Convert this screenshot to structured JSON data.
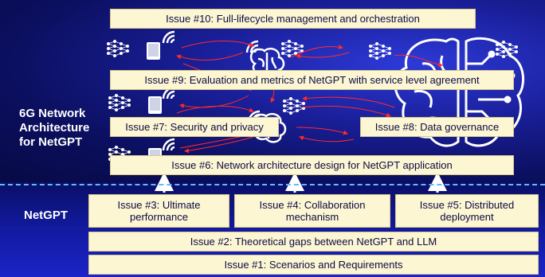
{
  "side_labels": {
    "top": "6G Network\nArchitecture\nfor NetGPT",
    "bottom": "NetGPT"
  },
  "issues": {
    "issue10": "Issue #10: Full-lifecycle management and orchestration",
    "issue9": "Issue #9: Evaluation and metrics of NetGPT with service level agreement",
    "issue7": "Issue #7: Security and privacy",
    "issue8": "Issue #8: Data governance",
    "issue6": "Issue #6: Network architecture design for NetGPT application",
    "issue3": "Issue #3: Ultimate\nperformance",
    "issue4": "Issue #4: Collaboration\nmechanism",
    "issue5": "Issue #5: Distributed\ndeployment",
    "issue2": "Issue #2: Theoretical gaps between NetGPT and LLM",
    "issue1": "Issue #1: Scenarios and Requirements"
  },
  "colors": {
    "box_fill": "#fdf6d2",
    "arrow_color": "#ff2a2a",
    "up_arrow_color": "#ffffff",
    "divider_color": "#63b8ff"
  },
  "icons": [
    "neural-network-icon",
    "tablet-icon",
    "wifi-signal-icon",
    "brain-icon",
    "brain-circuit-icon",
    "up-arrow-icon"
  ]
}
